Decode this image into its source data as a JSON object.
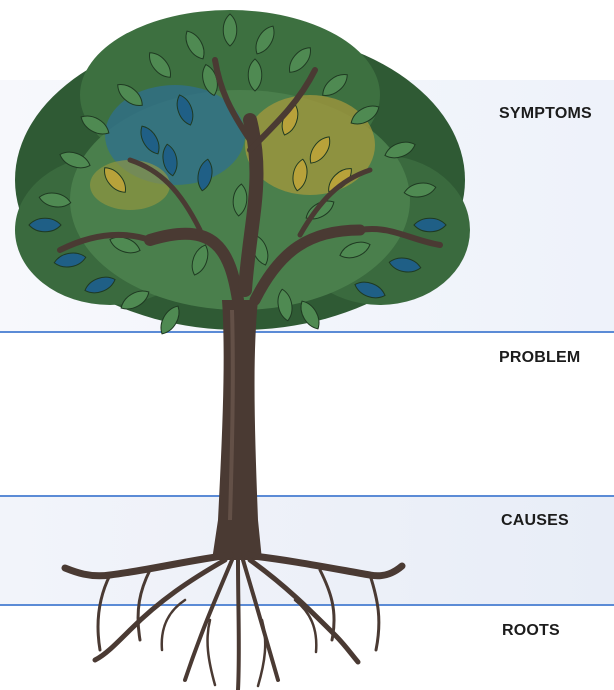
{
  "levels": [
    {
      "id": "symptoms",
      "label": "SYMPTOMS"
    },
    {
      "id": "problem",
      "label": "PROBLEM"
    },
    {
      "id": "causes",
      "label": "CAUSES"
    },
    {
      "id": "roots",
      "label": "ROOTS"
    }
  ],
  "colors": {
    "divider": "#5b8bd6",
    "trunk": "#4a3a33",
    "leaf_green": "#4f8a52",
    "leaf_blue": "#1f5f86",
    "leaf_yellow": "#b8a23a",
    "label_text": "#1c1c1c"
  }
}
